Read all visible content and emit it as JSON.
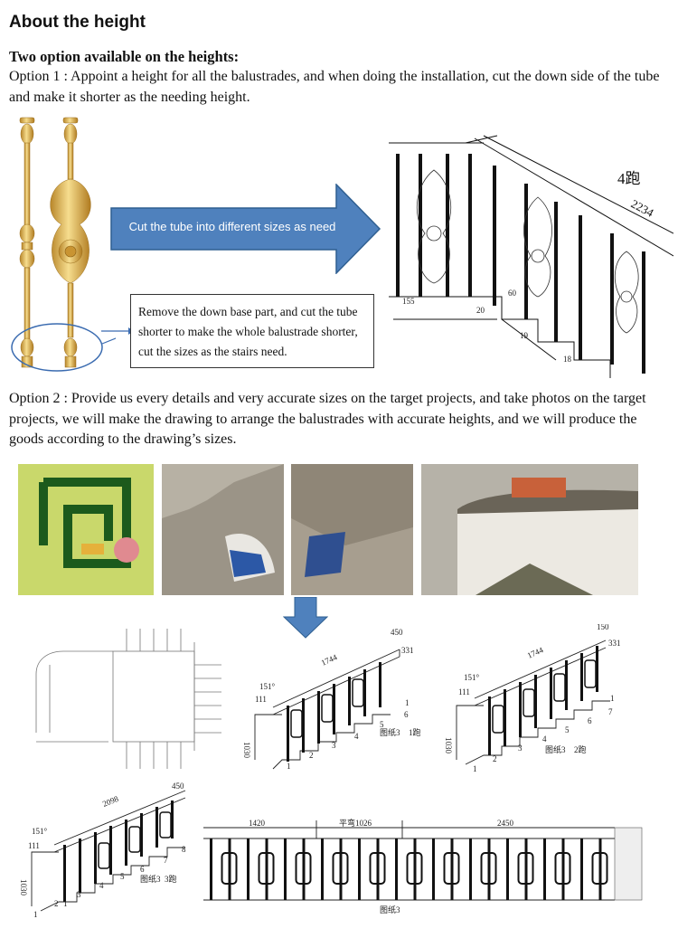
{
  "heading": "About the height",
  "subheading": "Two option available on the heights:",
  "option1": "Option 1 : Appoint a height for all the balustrades, and when doing the installation, cut the down side of the tube and make it shorter as the needing height.",
  "option2": "Option 2 : Provide us every details and very accurate sizes on the target projects, and take photos on the target projects, we will make the drawing to arrange the balustrades with accurate heights, and we will produce the goods according to the drawing’s sizes.",
  "arrow_text": "Cut the tube into different sizes as need",
  "callout": "Remove the down base part, and cut the tube shorter to make the whole balustrade shorter, cut the sizes as the stairs need.",
  "colors": {
    "arrow_fill": "#4f81bd",
    "arrow_stroke": "#2f5f91",
    "gold": "#d4a640",
    "gold_light": "#f3d98a",
    "ellipse": "#3a6bb0"
  },
  "stair_drawing": {
    "label_top": "4跑",
    "label_len": "2234",
    "dim_155": "155",
    "dim_60": "60",
    "step_20": "20",
    "step_19": "19",
    "step_18": "18"
  },
  "drawing1": {
    "d450": "450",
    "d331": "331",
    "d1744": "1744",
    "d151": "151°",
    "d111": "111",
    "d1030": "1030",
    "caption": "图纸3",
    "run": "1跑",
    "n1": "1",
    "n2": "2",
    "n3": "3",
    "n4": "4",
    "n5": "5",
    "n6": "6",
    "n1b": "1"
  },
  "drawing2": {
    "d150": "150",
    "d331": "331",
    "d1744": "1744",
    "d151": "151°",
    "d111": "111",
    "d1030": "1030",
    "caption": "图纸3",
    "run": "2跑",
    "n1": "1",
    "n2": "2",
    "n3": "3",
    "n4": "4",
    "n5": "5",
    "n6": "6",
    "n7": "7",
    "n1b": "1"
  },
  "drawing3": {
    "d450": "450",
    "d2098": "2098",
    "d151": "151°",
    "d111": "111",
    "d1030": "1030",
    "caption": "图纸3",
    "run": "3跑",
    "n1": "1",
    "n2": "2",
    "n3": "3",
    "n4": "4",
    "n5": "5",
    "n6": "6",
    "n7": "7",
    "n8": "8",
    "n1b": "1"
  },
  "drawing4": {
    "d1420": "1420",
    "d1026": "平弯1026",
    "d2450": "2450",
    "caption": "图纸3"
  }
}
